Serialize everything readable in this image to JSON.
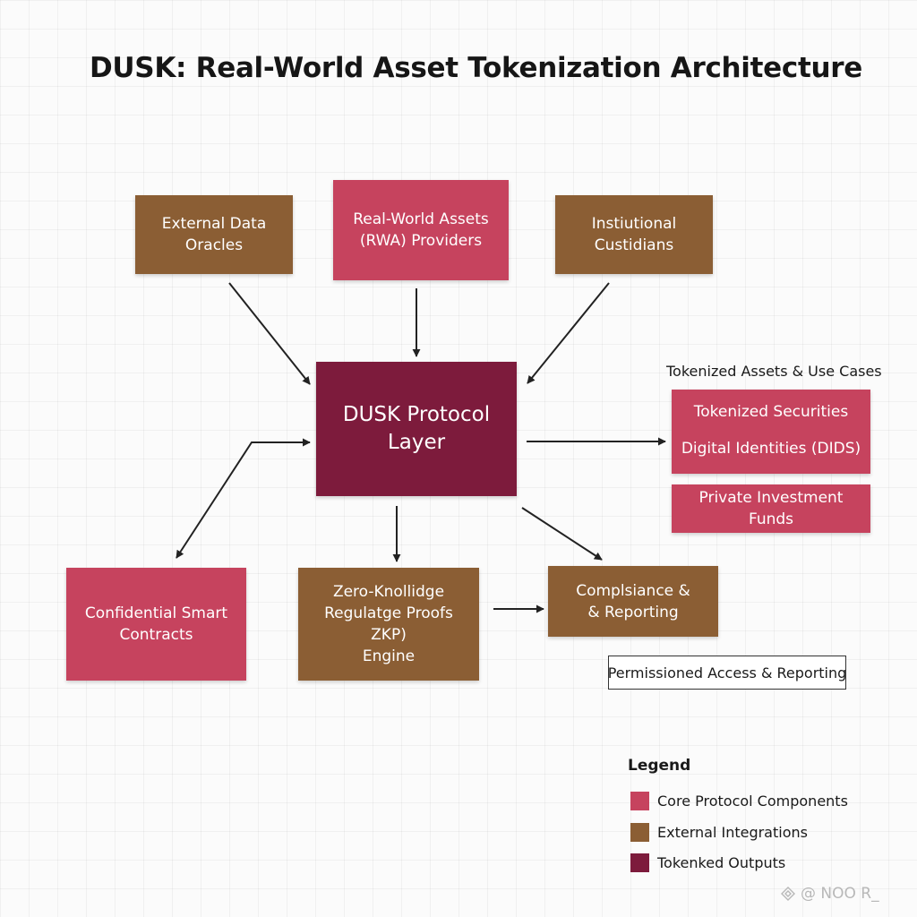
{
  "title": "DUSK: Real-World Asset Tokenization Architecture",
  "nodes": {
    "oracles": [
      "External Data",
      "Oracles"
    ],
    "rwa": [
      "Real-World Assets",
      "(RWA) Providers"
    ],
    "custodians": [
      "Instiutional",
      "Custidians"
    ],
    "core": [
      "DUSK Protocol",
      "Layer"
    ],
    "smart_contracts": [
      "Confidential Smart",
      "Contracts"
    ],
    "zkp": [
      "Zero-Knollidge",
      "Regulatge Proofs ZKP)",
      "Engine"
    ],
    "compliance": [
      "Complsiance &",
      "& Reporting"
    ]
  },
  "use_cases": {
    "heading": "Tokenized Assets & Use Cases",
    "items": [
      "Tokenized Securities",
      "Digital Identities (DIDS)",
      "Private Investment Funds"
    ]
  },
  "permissioned": "Permissioned Access & Reporting",
  "legend": {
    "title": "Legend",
    "items": [
      {
        "label": "Core Protocol Components",
        "color": "#c6435e"
      },
      {
        "label": "External Integrations",
        "color": "#8b5e34"
      },
      {
        "label": "Tokenked Outputs",
        "color": "#7d1b3c"
      }
    ]
  },
  "watermark": "@ NOO R_",
  "colors": {
    "brown": "#8b5e34",
    "pink": "#c6435e",
    "maroon": "#7d1b3c"
  }
}
